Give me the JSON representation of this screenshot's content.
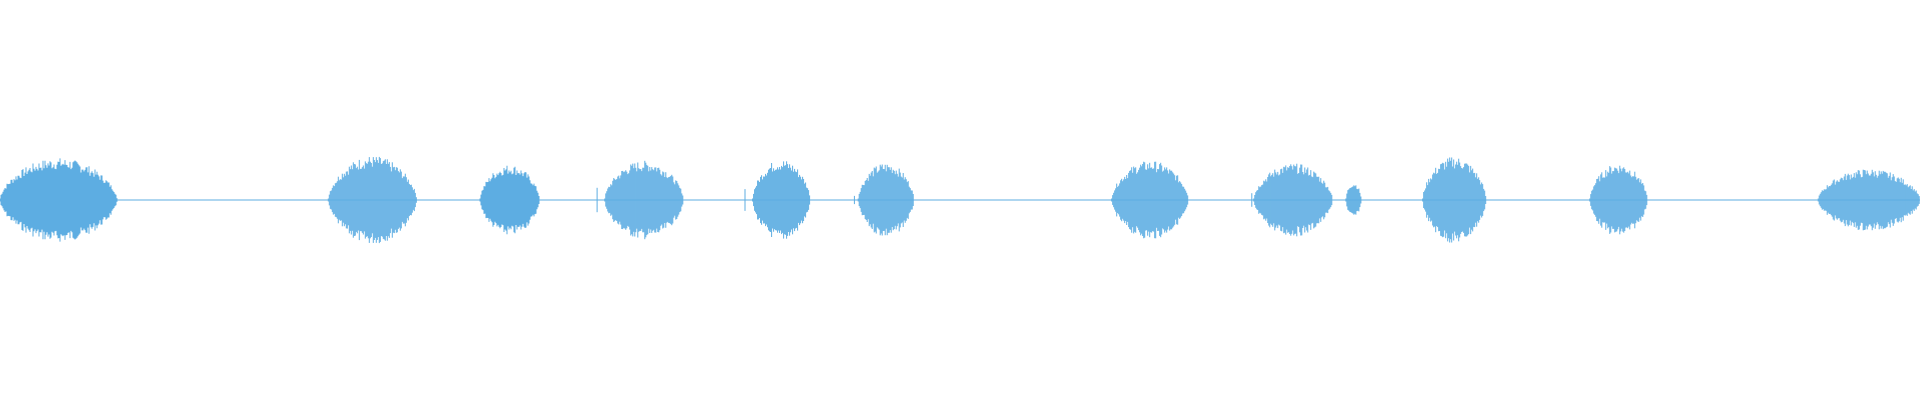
{
  "waveform": {
    "color": "#5DADE2",
    "segments": [
      {
        "start": 0.0,
        "end": 0.061,
        "amplitude": 0.62
      },
      {
        "start": 0.171,
        "end": 0.217,
        "amplitude": 0.65
      },
      {
        "start": 0.25,
        "end": 0.281,
        "amplitude": 0.52
      },
      {
        "start": 0.315,
        "end": 0.356,
        "amplitude": 0.58
      },
      {
        "start": 0.392,
        "end": 0.422,
        "amplitude": 0.6
      },
      {
        "start": 0.447,
        "end": 0.476,
        "amplitude": 0.55
      },
      {
        "start": 0.579,
        "end": 0.619,
        "amplitude": 0.58
      },
      {
        "start": 0.653,
        "end": 0.694,
        "amplitude": 0.54
      },
      {
        "start": 0.701,
        "end": 0.709,
        "amplitude": 0.26
      },
      {
        "start": 0.741,
        "end": 0.774,
        "amplitude": 0.64
      },
      {
        "start": 0.828,
        "end": 0.858,
        "amplitude": 0.54
      },
      {
        "start": 0.947,
        "end": 1.0,
        "amplitude": 0.46
      }
    ],
    "spikes": [
      {
        "pos": 0.311,
        "amplitude": 0.18
      },
      {
        "pos": 0.388,
        "amplitude": 0.16
      },
      {
        "pos": 0.445,
        "amplitude": 0.06
      },
      {
        "pos": 0.652,
        "amplitude": 0.1
      }
    ]
  }
}
